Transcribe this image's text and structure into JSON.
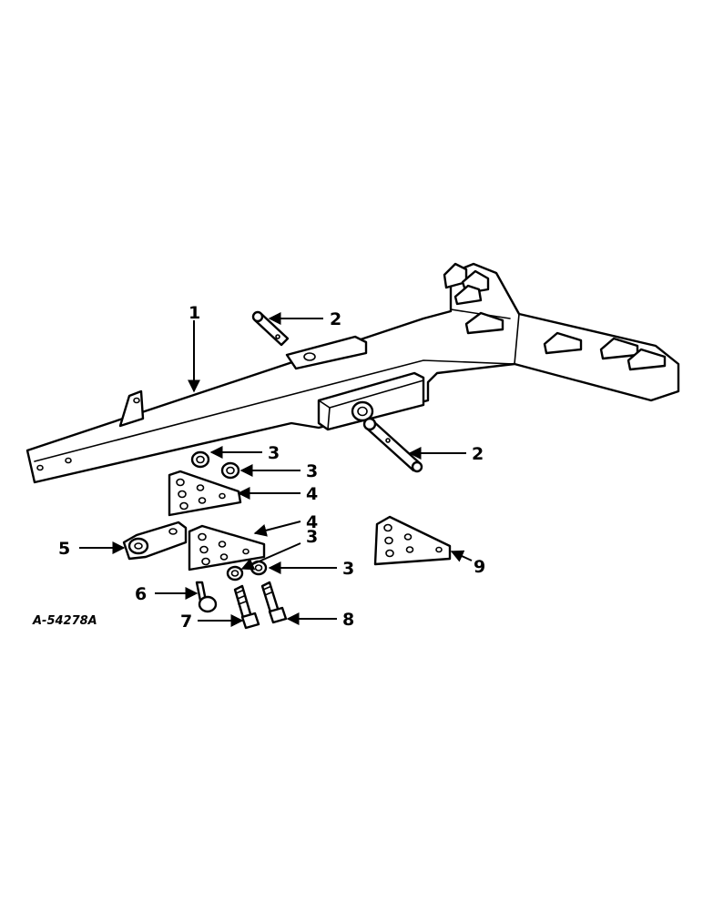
{
  "figure_id": "A-54278A",
  "callouts": {
    "c1": "1",
    "c2a": "2",
    "c2b": "2",
    "c3a": "3",
    "c3b": "3",
    "c3c": "3",
    "c3d": "3",
    "c4a": "4",
    "c4b": "4",
    "c5": "5",
    "c6": "6",
    "c7": "7",
    "c8": "8",
    "c9": "9"
  },
  "colors": {
    "ink": "#000000",
    "paper": "#ffffff"
  }
}
